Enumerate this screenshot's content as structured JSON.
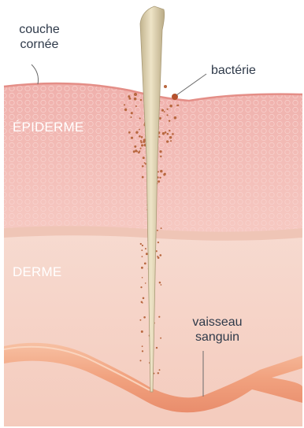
{
  "labels": {
    "stratum_corneum": [
      "couche",
      "cornée"
    ],
    "bacterium": "bactérie",
    "epidermis": "ÉPIDERME",
    "dermis": "DERME",
    "blood_vessel": [
      "vaisseau",
      "sanguin"
    ]
  },
  "colors": {
    "background": "#ffffff",
    "epidermis": "#f2b8b4",
    "corneum_line": "#e7968f",
    "dermis": "#f6d3c9",
    "junction": "#eec3b3",
    "vessel": "#f2a785",
    "vessel_highlight": "#f8c6ab",
    "needle": "#d6c9a6",
    "bacteria": "#b6643d",
    "text": "#2f3a4a"
  },
  "icons": {
    "needle": "needle-icon",
    "bacteria": "bacteria-cluster-icon",
    "blood_vessel": "blood-vessel-icon"
  }
}
